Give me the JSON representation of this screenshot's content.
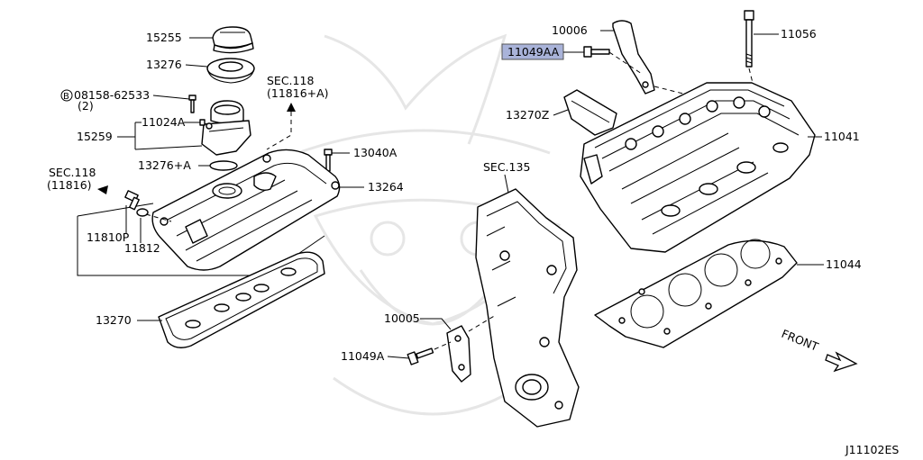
{
  "callouts": {
    "c15255": "15255",
    "c13276": "13276",
    "c08158": "08158-62533",
    "c08158_qty": "(2)",
    "c11024A": "11024A",
    "c15259": "15259",
    "c13276A": "13276+A",
    "c13040A": "13040A",
    "c13264": "13264",
    "c11810P": "11810P",
    "c11812": "11812",
    "c13270": "13270",
    "c10005": "10005",
    "c11049A": "11049A",
    "c10006": "10006",
    "c11049AA": "11049AA",
    "c11056": "11056",
    "c13270Z": "13270Z",
    "c11041": "11041",
    "c11044": "11044"
  },
  "section_refs": {
    "sec118_a_title": "SEC.118",
    "sec118_a_sub": "(11816+A)",
    "sec118_b_title": "SEC.118",
    "sec118_b_sub": "(11816)",
    "sec135": "SEC.135"
  },
  "bolt_marker": "B",
  "front_label": "FRONT",
  "diagram_code": "J11102ES",
  "highlight_color": "#a9b3d9"
}
